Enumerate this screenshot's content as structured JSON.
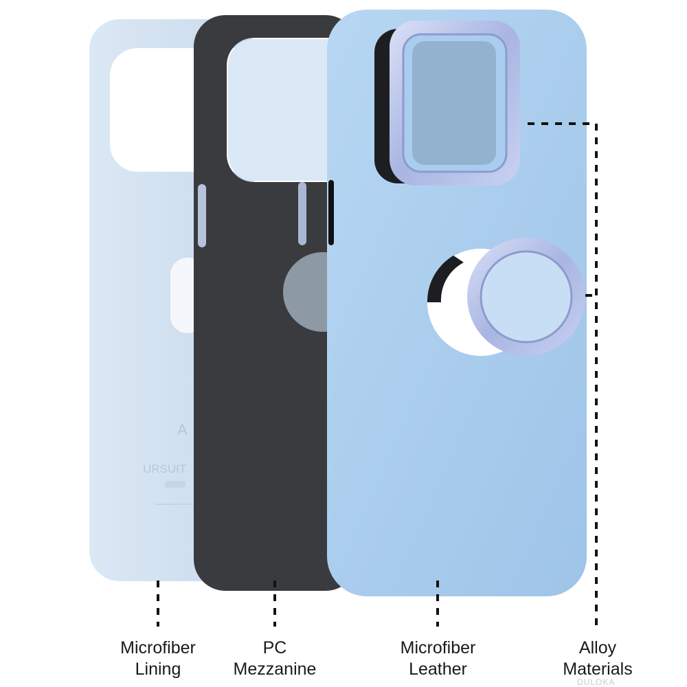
{
  "labels": [
    {
      "line1": "Microfiber",
      "line2": "Lining"
    },
    {
      "line1": "PC",
      "line2": "Mezzanine"
    },
    {
      "line1": "Microfiber",
      "line2": "Leather"
    },
    {
      "line1": "Alloy",
      "line2": "Materials"
    }
  ],
  "lining_print": {
    "brand_fragment": "A",
    "text_fragment": "URSUIT"
  },
  "watermark": "DULOKA",
  "colors": {
    "lining": "#d3e2f1",
    "mezzanine": "#3a3b3e",
    "leather": "#a9cdee",
    "alloy": "#b7c2e8",
    "callout_line": "#111111"
  }
}
